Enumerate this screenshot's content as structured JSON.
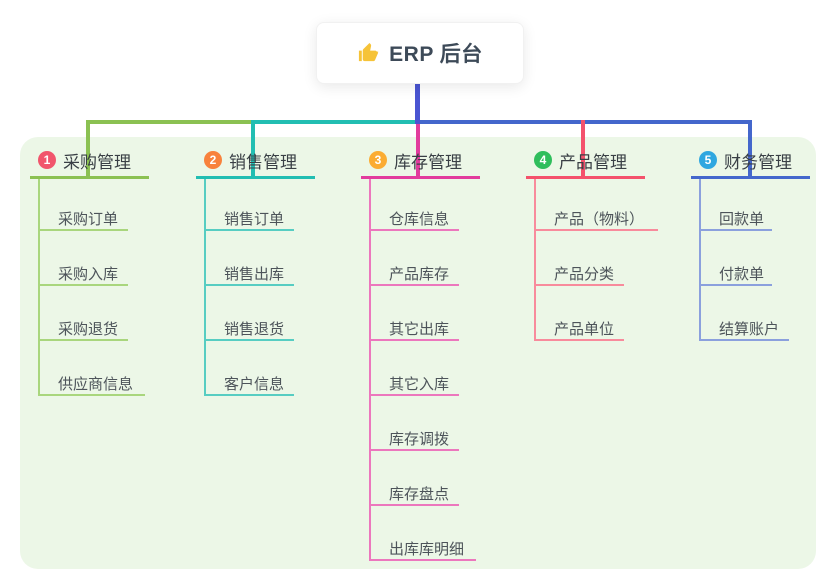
{
  "root": {
    "icon": "thumbs-up",
    "label": "ERP 后台"
  },
  "colors": {
    "page_bg": "#ffffff",
    "panel_bg": "#ecf7e7",
    "stem": "#4a55d2",
    "card_bg": "#ffffff",
    "root_text": "#3d4a58",
    "branch_text": "#393f45",
    "child_text": "#4d545a",
    "icon_fill": "#f6c338"
  },
  "branches": [
    {
      "num": "1",
      "label": "采购管理",
      "badge_color": "#f1556c",
      "line_color": "#8bc152",
      "soft_line_color": "#a9d67d",
      "children": [
        "采购订单",
        "采购入库",
        "采购退货",
        "供应商信息"
      ]
    },
    {
      "num": "2",
      "label": "销售管理",
      "badge_color": "#f8823c",
      "line_color": "#22beb2",
      "soft_line_color": "#57cdc2",
      "children": [
        "销售订单",
        "销售出库",
        "销售退货",
        "客户信息"
      ]
    },
    {
      "num": "3",
      "label": "库存管理",
      "badge_color": "#fbac32",
      "line_color": "#e23c9d",
      "soft_line_color": "#ec77bd",
      "children": [
        "仓库信息",
        "产品库存",
        "其它出库",
        "其它入库",
        "库存调拨",
        "库存盘点",
        "出库库明细"
      ]
    },
    {
      "num": "4",
      "label": "产品管理",
      "badge_color": "#2fbe5c",
      "line_color": "#f4526c",
      "soft_line_color": "#f88b9c",
      "children": [
        "产品（物料）",
        "产品分类",
        "产品单位"
      ]
    },
    {
      "num": "5",
      "label": "财务管理",
      "badge_color": "#2fa7e0",
      "line_color": "#4467cc",
      "soft_line_color": "#8ba0dd",
      "children": [
        "回款单",
        "付款单",
        "结算账户"
      ]
    }
  ]
}
